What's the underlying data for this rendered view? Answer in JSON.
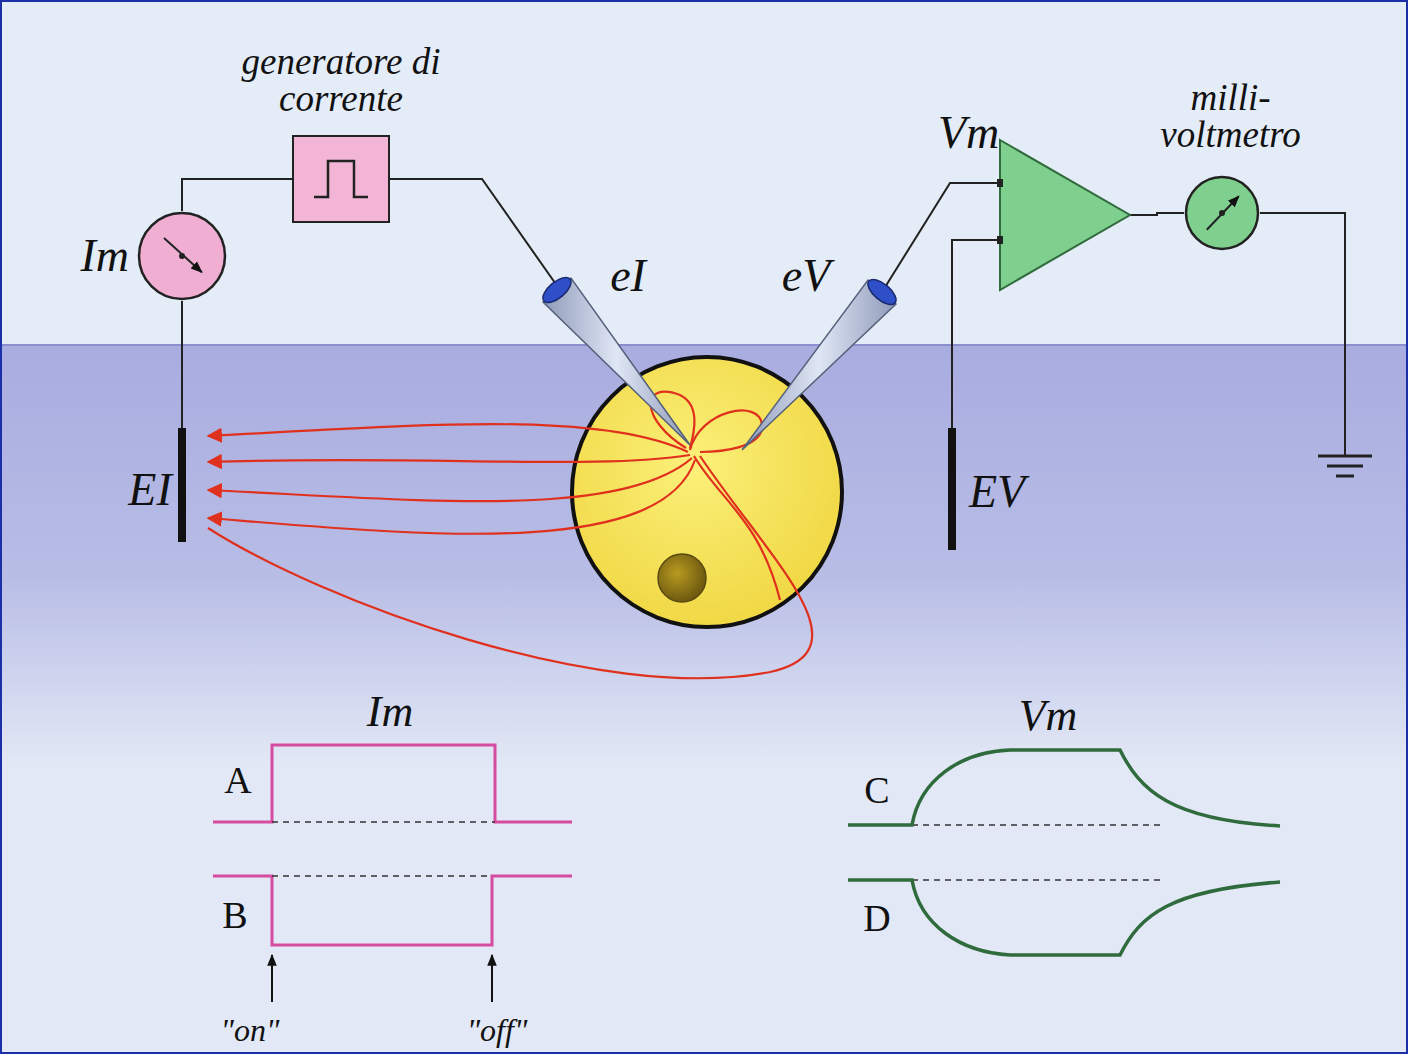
{
  "diagram": {
    "nodes": [
      {
        "text": [
          "generatore di corrente"
        ]
      },
      {
        "text": [
          "Im"
        ]
      },
      {
        "text": [
          "Vm"
        ]
      },
      {
        "text": [
          "milli- voltmetro"
        ]
      }
    ],
    "edges": [
      {
        "from": 1,
        "to": 0,
        "arrow": "none"
      },
      {
        "from": 2,
        "to": 3,
        "arrow": "none"
      }
    ],
    "labels": [
      "eI",
      "eV",
      "EI",
      "EV",
      "Im",
      "Vm",
      "A",
      "B",
      "C",
      "D",
      "\"on\"",
      "\"off\""
    ]
  }
}
